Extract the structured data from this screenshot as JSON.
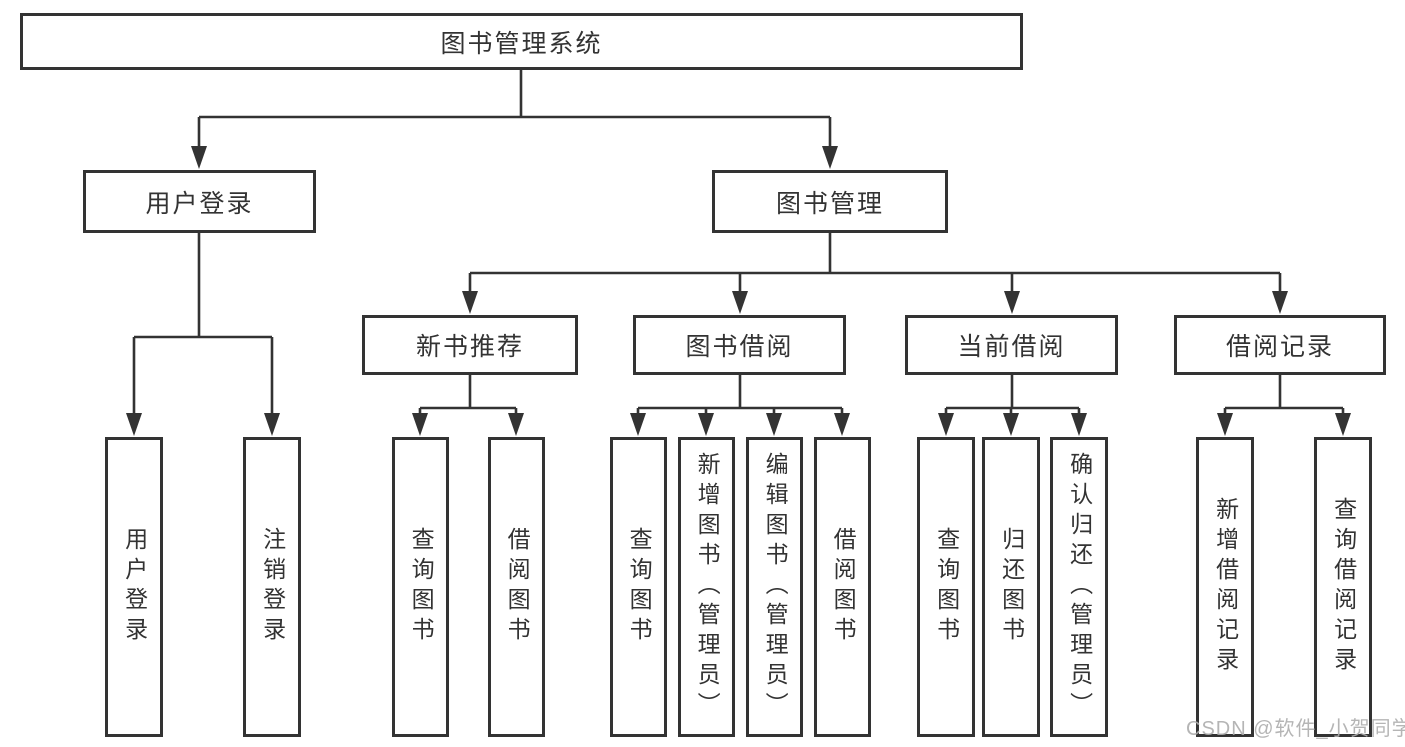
{
  "diagram": {
    "watermark": "CSDN @软件_小贺同学",
    "colors": {
      "line": "#333333",
      "text": "#333333",
      "box_background": "#ffffff",
      "watermark": "#adadad",
      "background": "#ffffff"
    },
    "tree": {
      "root": {
        "label": "图书管理系统"
      },
      "level2": {
        "user_login": {
          "label": "用户登录"
        },
        "book_management": {
          "label": "图书管理"
        }
      },
      "level3": {
        "new_book_recommend": {
          "label": "新书推荐"
        },
        "book_borrow": {
          "label": "图书借阅"
        },
        "current_borrow": {
          "label": "当前借阅"
        },
        "borrow_record": {
          "label": "借阅记录"
        }
      },
      "leaves": {
        "user_login": [
          "用户登录",
          "注销登录"
        ],
        "new_book_recommend": [
          "查询图书",
          "借阅图书"
        ],
        "book_borrow": [
          "查询图书",
          "新增图书（管理员）",
          "编辑图书（管理员）",
          "借阅图书"
        ],
        "current_borrow": [
          "查询图书",
          "归还图书",
          "确认归还（管理员）"
        ],
        "borrow_record": [
          "新增借阅记录",
          "查询借阅记录"
        ]
      }
    }
  }
}
